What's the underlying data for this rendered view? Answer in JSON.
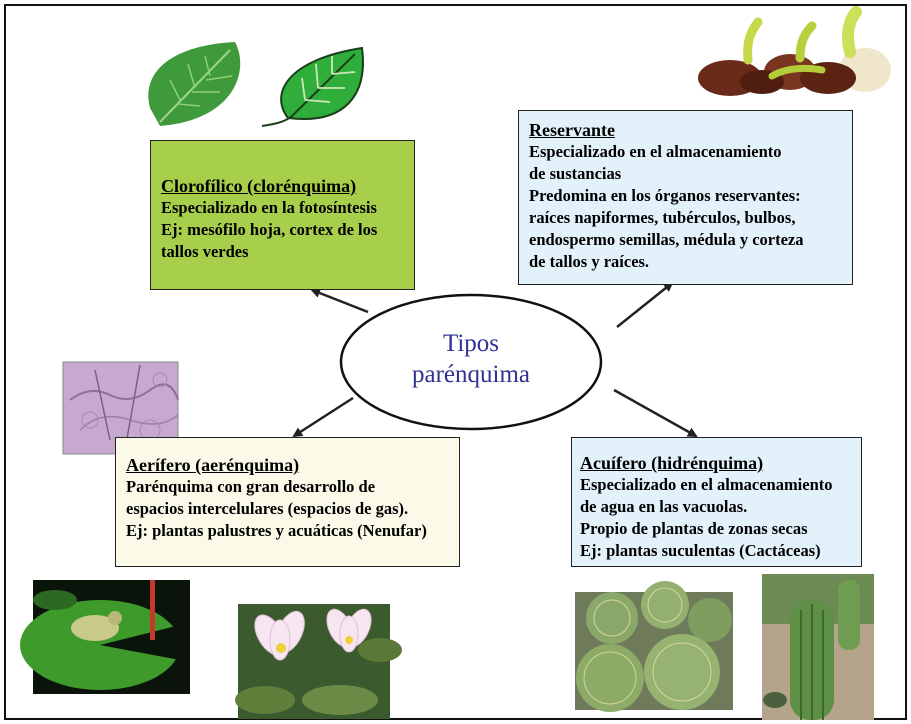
{
  "center": {
    "line1": "Tipos",
    "line2": "parénquima"
  },
  "boxes": {
    "clorofilico": {
      "title": "Clorofílico (clorénquima)",
      "lines": [
        "Especializado en la fotosíntesis",
        "Ej: mesófilo hoja, cortex de los",
        "tallos verdes"
      ],
      "color": "#a8cf4c"
    },
    "reservante": {
      "title": "Reservante",
      "lines": [
        "Especializado en el almacenamiento",
        "de sustancias",
        "Predomina en los órganos reservantes:",
        "raíces napiformes, tubérculos, bulbos,",
        "endospermo semillas, médula y corteza",
        "de tallos y raíces."
      ],
      "color": "#e3f1fb"
    },
    "aerifero": {
      "title": "Aerífero (aerénquima)",
      "lines": [
        "Parénquima con gran desarrollo de",
        "espacios intercelulares (espacios de gas).",
        "Ej: plantas palustres y acuáticas (Nenufar)"
      ],
      "color": "#fbfae8"
    },
    "acuifero": {
      "title": "Acuífero (hidrénquima)",
      "lines": [
        "Especializado en el almacenamiento",
        "de agua en las vacuolas.",
        "Propio de plantas de zonas secas",
        "Ej: plantas suculentas (Cactáceas)"
      ],
      "color": "#e3f1fb"
    }
  },
  "colors": {
    "center_text": "#2e3392",
    "arrow": "#222222"
  }
}
